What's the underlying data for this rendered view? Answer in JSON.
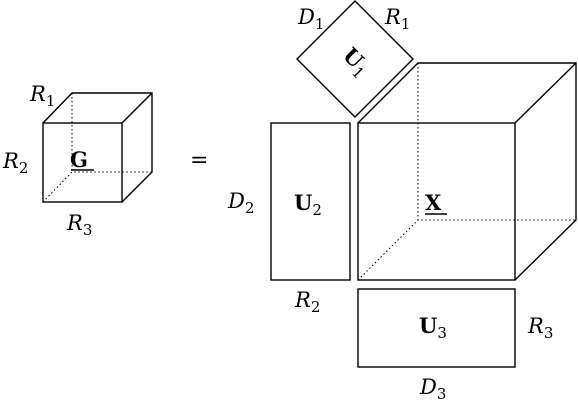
{
  "core": {
    "symbol": "G",
    "dims": [
      "R",
      "R",
      "R"
    ],
    "dim_subs": [
      "1",
      "2",
      "3"
    ]
  },
  "equals": "=",
  "factors": [
    {
      "symbol": "U",
      "sub": "1",
      "rows": "D",
      "rows_sub": "1",
      "cols": "R",
      "cols_sub": "1"
    },
    {
      "symbol": "U",
      "sub": "2",
      "rows": "D",
      "rows_sub": "2",
      "cols": "R",
      "cols_sub": "2"
    },
    {
      "symbol": "U",
      "sub": "3",
      "rows": "D",
      "rows_sub": "3",
      "cols": "R",
      "cols_sub": "3"
    }
  ],
  "tensor": {
    "symbol": "X"
  }
}
